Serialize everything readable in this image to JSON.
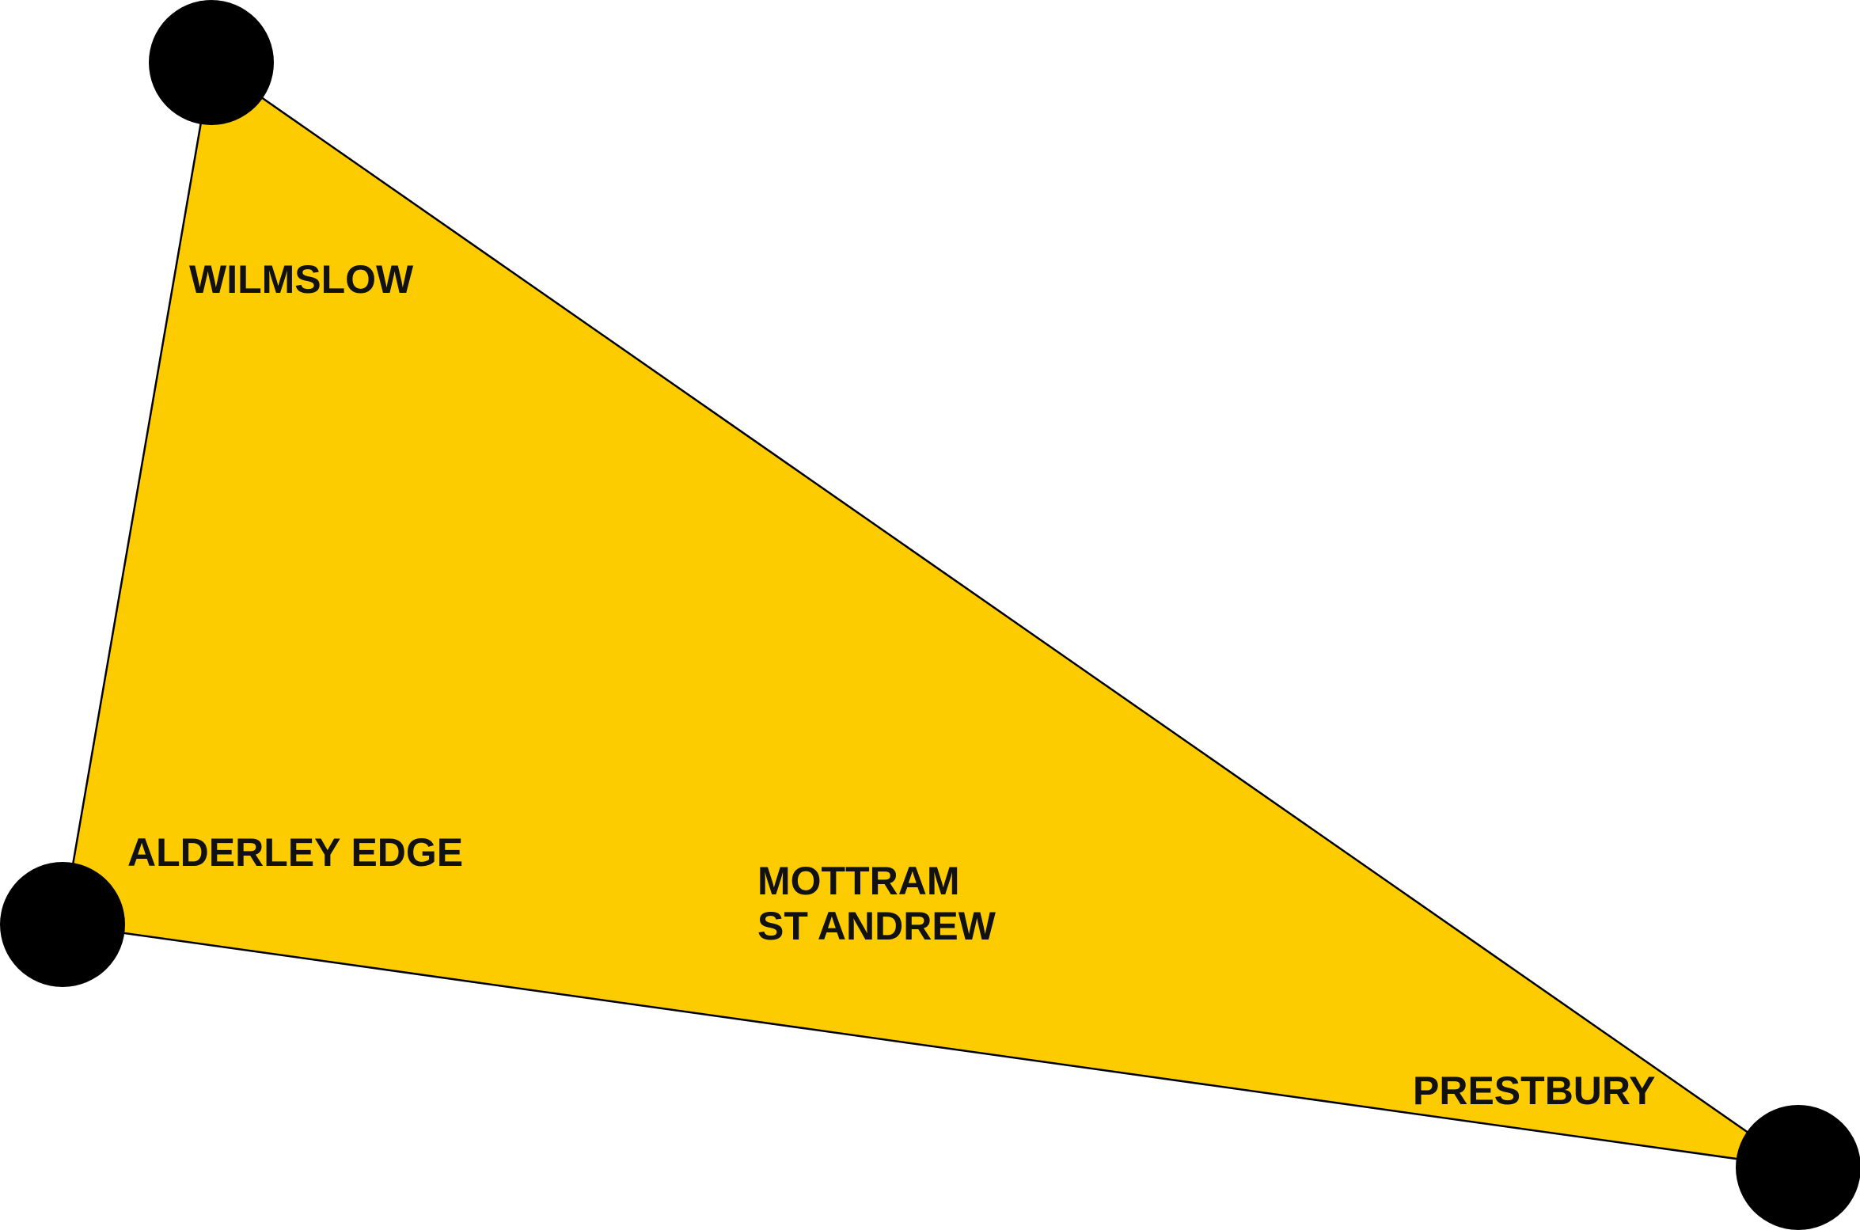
{
  "diagram": {
    "region_color": "#FDCC00",
    "node_color": "#000000",
    "edge_color": "#000000",
    "places": {
      "wilmslow": "WILMSLOW",
      "alderley_edge": "ALDERLEY EDGE",
      "mottram_line1": "MOTTRAM",
      "mottram_line2": "ST ANDREW",
      "prestbury": "PRESTBURY"
    }
  }
}
